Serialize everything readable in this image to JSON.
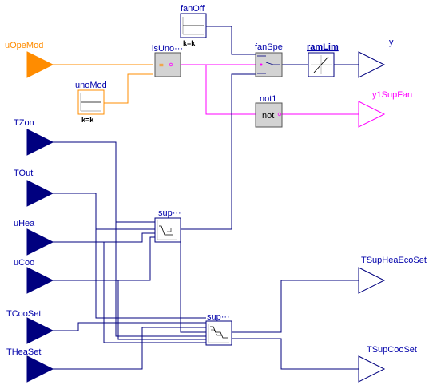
{
  "colors": {
    "real_signal": "#00007f",
    "integer_signal": "#ff8c00",
    "boolean_signal": "#ff00ff",
    "label": "#0000aa",
    "block_fill": "#d3d3d3"
  },
  "inputs": {
    "uOpeMod": "uOpeMod",
    "TZon": "TZon",
    "TOut": "TOut",
    "uHea": "uHea",
    "uCoo": "uCoo",
    "TCooSet": "TCooSet",
    "THeaSet": "THeaSet"
  },
  "outputs": {
    "y": "y",
    "y1SupFan": "y1SupFan",
    "TSupHeaEcoSet": "TSupHeaEcoSet",
    "TSupCooSet": "TSupCooSet"
  },
  "blocks": {
    "fanOff": {
      "name": "fanOff",
      "param": "k=k"
    },
    "unoMod": {
      "name": "unoMod",
      "param": "k=k"
    },
    "isUno": {
      "name": "isUno···",
      "symbol": "="
    },
    "fanSpe": {
      "name": "fanSpe"
    },
    "ramLim": {
      "name": "ramLim"
    },
    "not1": {
      "name": "not1",
      "text": "not"
    },
    "supFan": {
      "name": "sup···"
    },
    "supTemp": {
      "name": "sup···"
    }
  }
}
